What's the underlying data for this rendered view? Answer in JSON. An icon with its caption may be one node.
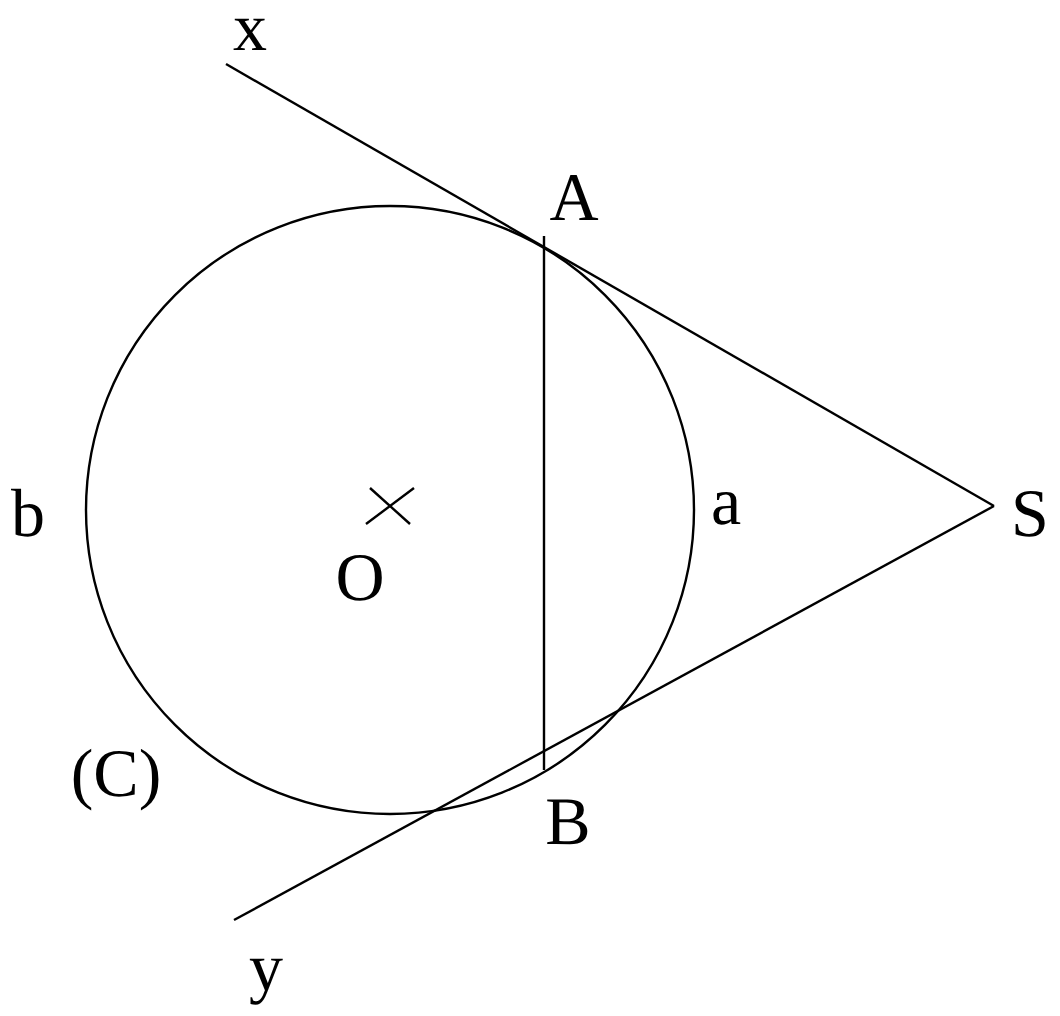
{
  "diagram": {
    "labels": [
      "x",
      "A",
      "b",
      "O",
      "a",
      "S",
      "(C)",
      "B",
      "y"
    ]
  }
}
